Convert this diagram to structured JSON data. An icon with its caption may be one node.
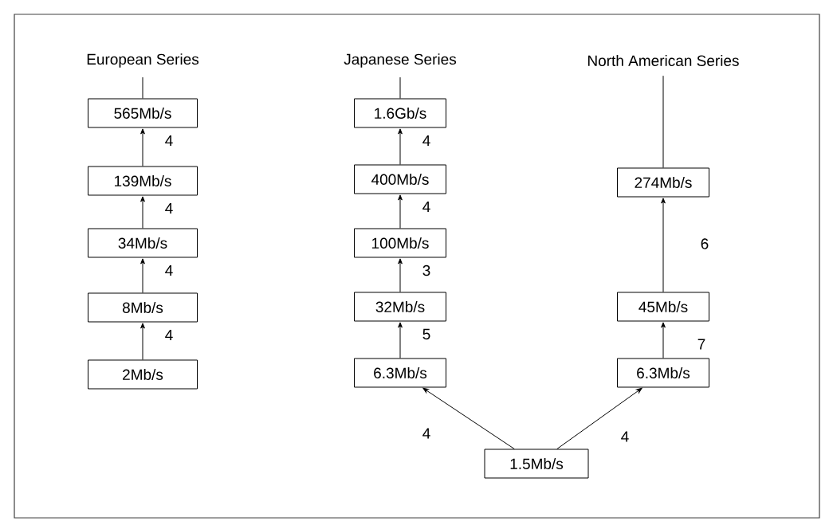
{
  "diagram": {
    "nodes": [
      {
        "text": [
          "European Series"
        ]
      },
      {
        "text": [
          "565Mb/s"
        ]
      },
      {
        "text": [
          "139Mb/s"
        ]
      },
      {
        "text": [
          "34Mb/s"
        ]
      },
      {
        "text": [
          "8Mb/s"
        ]
      },
      {
        "text": [
          "2Mb/s"
        ]
      },
      {
        "text": [
          "Japanese Series"
        ]
      },
      {
        "text": [
          "1.6Gb/s"
        ]
      },
      {
        "text": [
          "400Mb/s"
        ]
      },
      {
        "text": [
          "100Mb/s"
        ]
      },
      {
        "text": [
          "32Mb/s"
        ]
      },
      {
        "text": [
          "6.3Mb/s"
        ]
      },
      {
        "text": [
          "North American Series"
        ]
      },
      {
        "text": [
          "274Mb/s"
        ]
      },
      {
        "text": [
          "45Mb/s"
        ]
      },
      {
        "text": [
          "6.3Mb/s"
        ]
      },
      {
        "text": [
          "1.5Mb/s"
        ]
      }
    ],
    "edges": [
      {
        "from": 1,
        "to": 0,
        "arrow": "none"
      },
      {
        "from": 2,
        "to": 1,
        "arrow": "to",
        "label": "4"
      },
      {
        "from": 3,
        "to": 2,
        "arrow": "to",
        "label": "4"
      },
      {
        "from": 4,
        "to": 3,
        "arrow": "to",
        "label": "4"
      },
      {
        "from": 5,
        "to": 4,
        "arrow": "to",
        "label": "4"
      },
      {
        "from": 7,
        "to": 6,
        "arrow": "none"
      },
      {
        "from": 8,
        "to": 7,
        "arrow": "to",
        "label": "4"
      },
      {
        "from": 9,
        "to": 8,
        "arrow": "to",
        "label": "4"
      },
      {
        "from": 10,
        "to": 9,
        "arrow": "to",
        "label": "3"
      },
      {
        "from": 11,
        "to": 10,
        "arrow": "to",
        "label": "5"
      },
      {
        "from": 13,
        "to": 12,
        "arrow": "none"
      },
      {
        "from": 14,
        "to": 13,
        "arrow": "to",
        "label": "6"
      },
      {
        "from": 15,
        "to": 14,
        "arrow": "to",
        "label": "7"
      },
      {
        "from": 16,
        "to": 11,
        "arrow": "to",
        "label": "4"
      },
      {
        "from": 16,
        "to": 15,
        "arrow": "to",
        "label": "4"
      }
    ]
  }
}
